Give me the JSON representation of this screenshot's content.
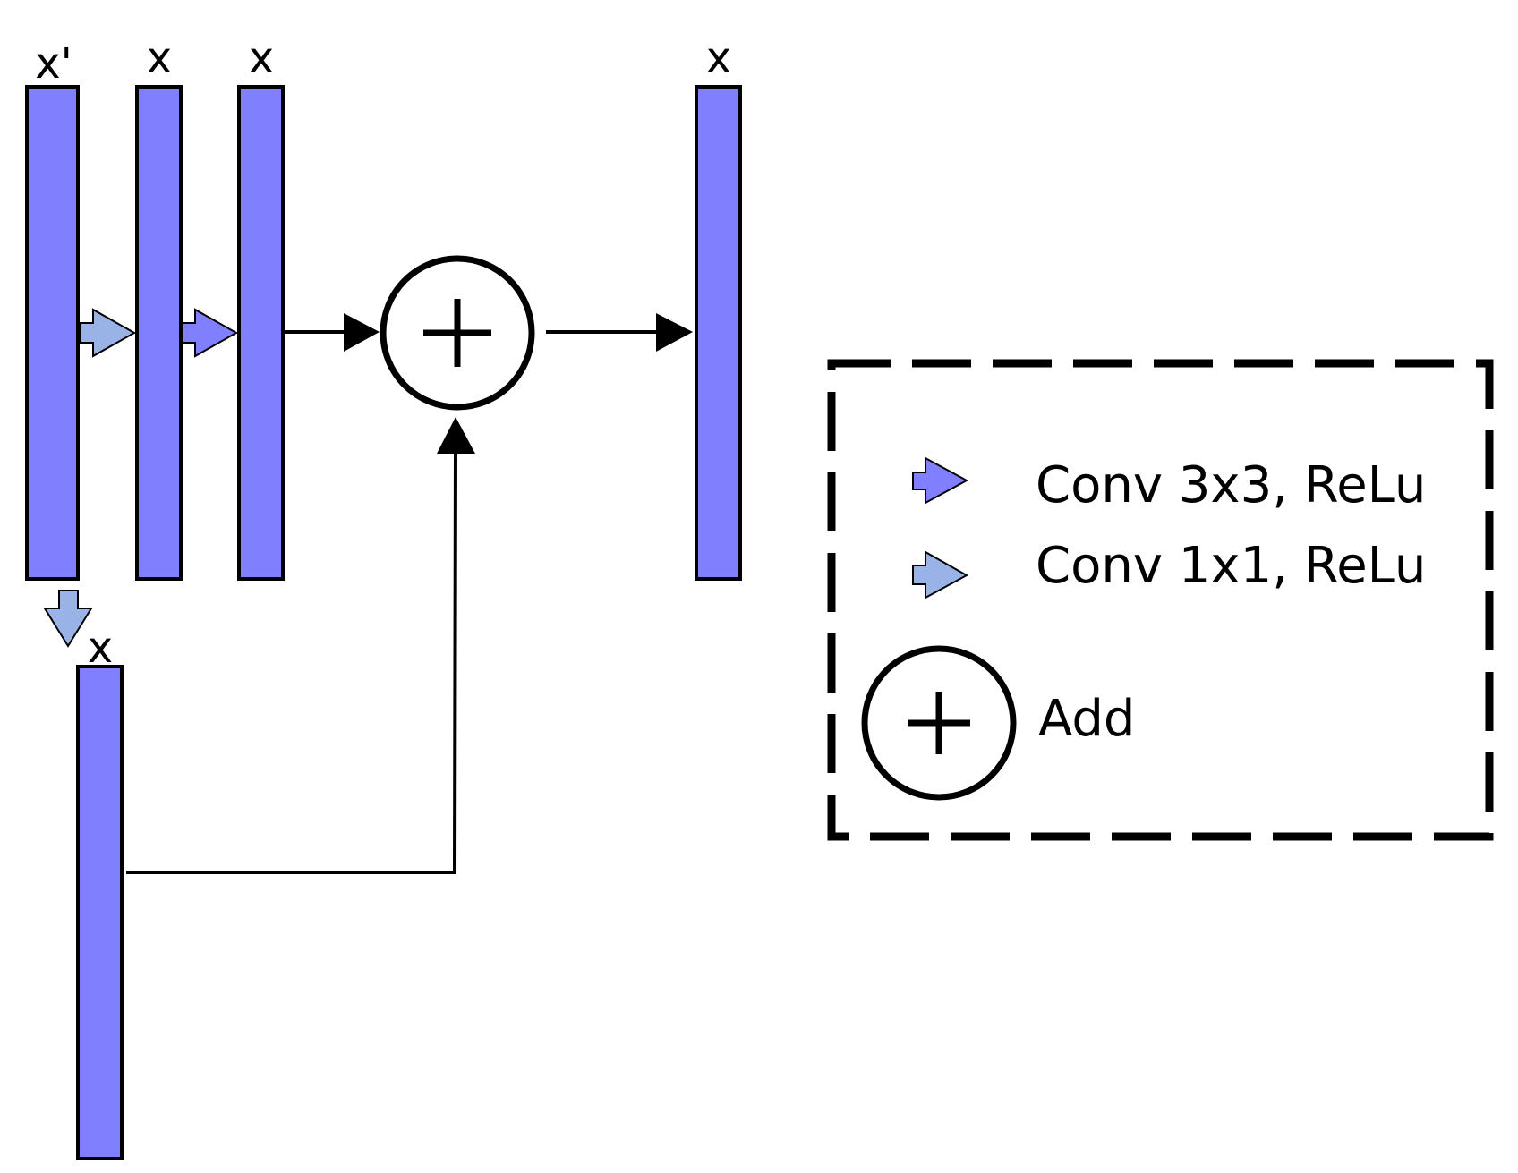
{
  "colors": {
    "layer_fill": "#8080FF",
    "conv3x3_arrow": "#8080FF",
    "conv1x1_arrow": "#99B3E6",
    "line": "#000000",
    "background": "#FFFFFF"
  },
  "layers": {
    "input_label": "x'",
    "conv_a_label": "x",
    "conv_b_label": "x",
    "output_label": "x",
    "shortcut_label": "x"
  },
  "operation": {
    "icon": "add-icon"
  },
  "legend": {
    "conv3x3_label": "Conv 3x3, ReLu",
    "conv1x1_label": "Conv 1x1, ReLu",
    "add_label": "Add"
  }
}
